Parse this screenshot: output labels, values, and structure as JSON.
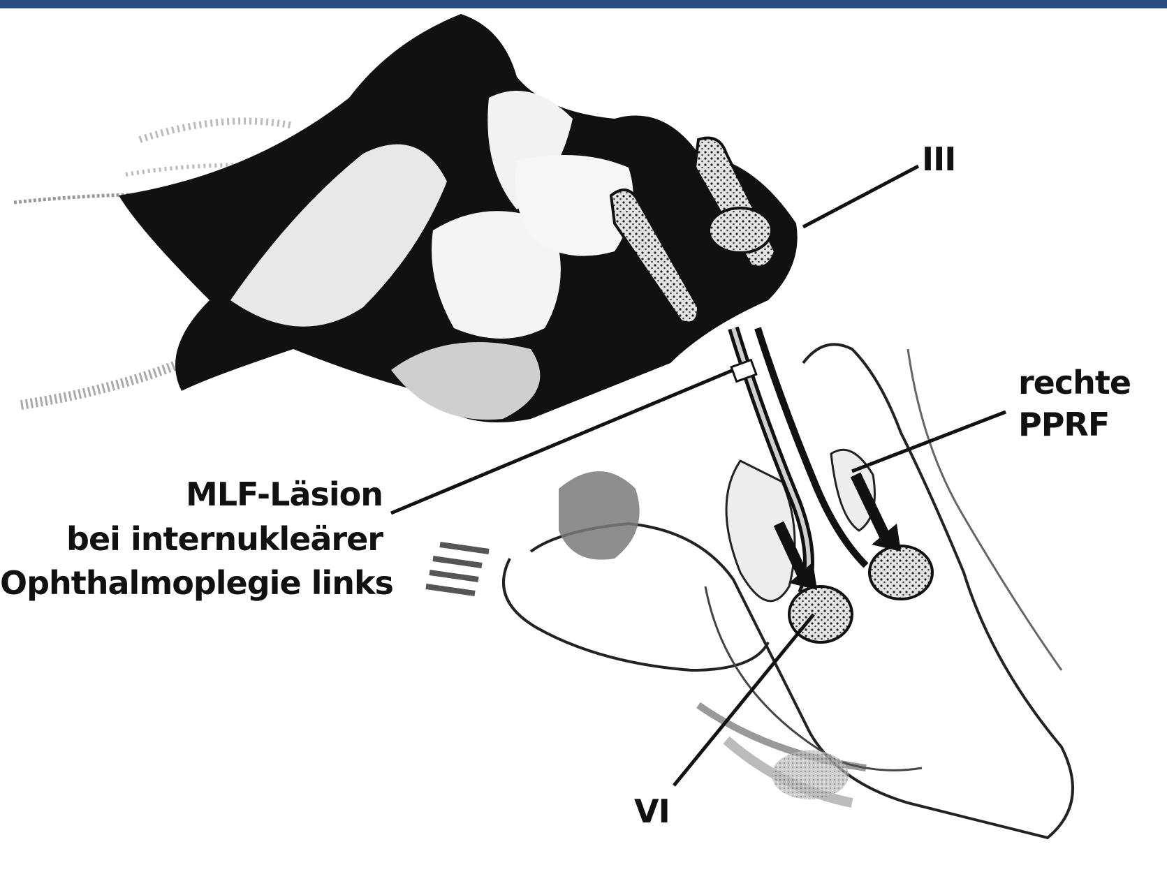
{
  "theme": {
    "header_color": "#2a4c7e",
    "ink": "#111111",
    "stipple": "#8f8f8f",
    "light_shade": "#d8d8d8",
    "mid_shade": "#7a7a7a"
  },
  "labels": {
    "cn3": "III",
    "pprf_line1": "rechte",
    "pprf_line2": "PPRF",
    "mlf_line1": "MLF-Läsion",
    "mlf_line2": "bei internukleärer",
    "mlf_line3": "Ophthalmoplegie links",
    "cn6": "VI"
  },
  "icons": [
    "arrow-down-icon",
    "arrow-down-icon"
  ]
}
